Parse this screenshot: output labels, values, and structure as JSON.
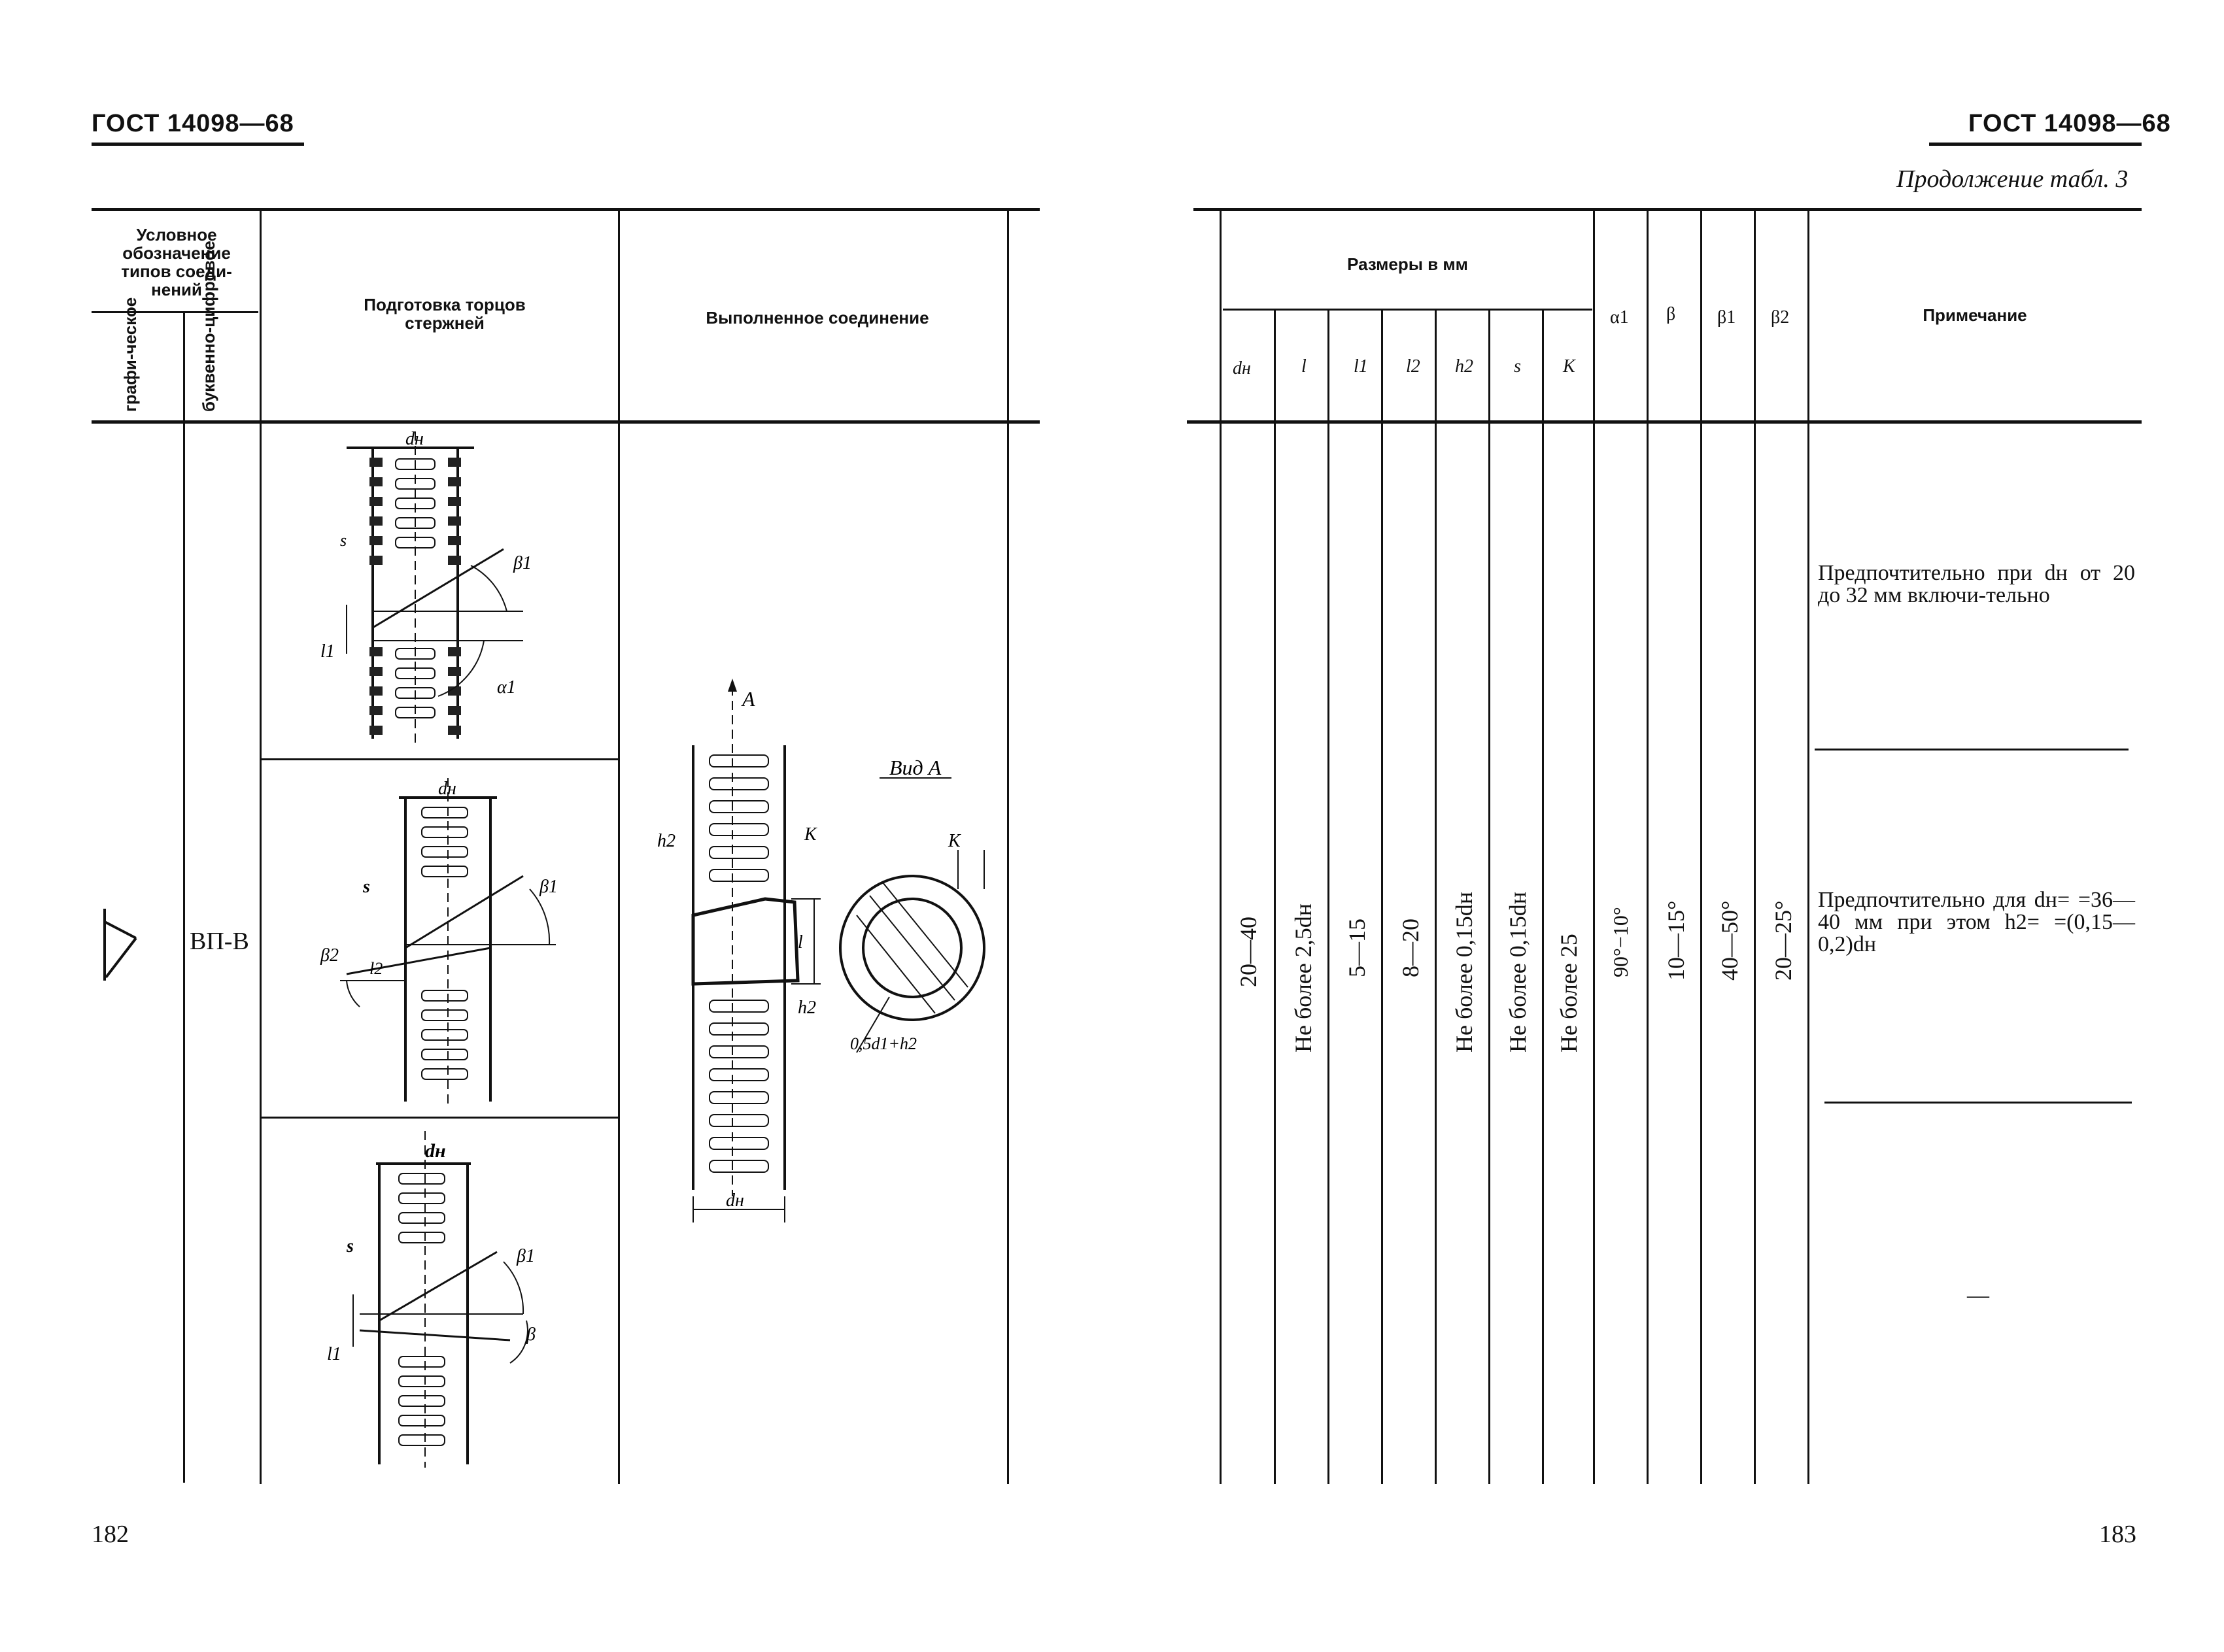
{
  "left_page": {
    "running_head": "ГОСТ 14098—68",
    "page_number": "182",
    "col_header_group": "Условное обозначение типов соеди-нений",
    "col_graphic": "графи-ческое",
    "col_alnum": "буквенно-цифровое",
    "col_prep": "Подготовка торцов стержней",
    "col_done": "Выполненное соединение",
    "designation": "ВП-В",
    "drawing_labels": {
      "d_n": "dн",
      "s": "s",
      "beta1": "β1",
      "beta2": "β2",
      "beta": "β",
      "alpha1": "α1",
      "l1": "l1",
      "l2": "l2",
      "A": "A",
      "view_A": "Вид A",
      "h2": "h2",
      "K": "K",
      "l": "l",
      "formula": "0,5d1+h2"
    }
  },
  "right_page": {
    "running_head": "ГОСТ 14098—68",
    "page_number": "183",
    "continuation": "Продолжение табл. 3",
    "group_header": "Размеры в мм",
    "columns": [
      "dн",
      "l",
      "l1",
      "l2",
      "h2",
      "s",
      "K",
      "α1",
      "β",
      "β1",
      "β2",
      "Примечание"
    ],
    "values": [
      "20—40",
      "Не более 2,5dн",
      "5—15",
      "8—20",
      "Не более 0,15dн",
      "Не более 0,15dн",
      "Не более 25",
      "90°−10°",
      "10—15°",
      "40—50°",
      "20—25°"
    ],
    "notes": [
      "Предпочтительно при dн от 20 до 32 мм включи-тельно",
      "Предпочтительно для dн= =36—40 мм при этом h2= =(0,15—0,2)dн",
      "—"
    ]
  }
}
